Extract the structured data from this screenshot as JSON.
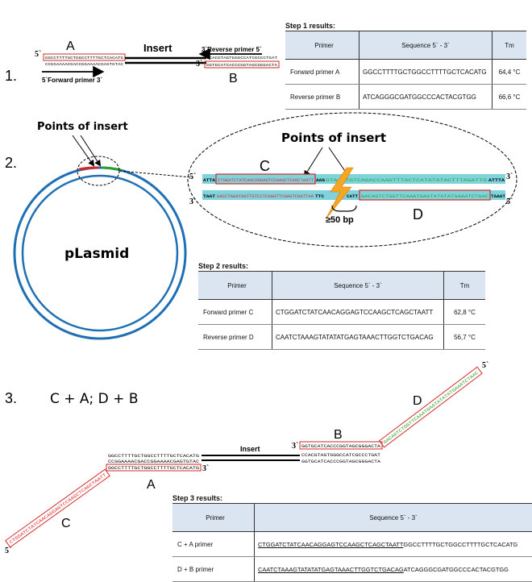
{
  "steps": {
    "s1": "1.",
    "s2": "2.",
    "s3": "3."
  },
  "step1": {
    "label_a": "A",
    "label_b": "B",
    "insert": "Insert",
    "prime_5_left": "5`",
    "prime_3_right": "3`",
    "reverse_primer_label": "3`Reverse primer 5`",
    "forward_primer_label": "5`Forward primer 3`",
    "seq_forward_boxed": "GGCCTTTTGCTGGCCTTTTGCTCACATG",
    "seq_bottom_left": "CCGGAAAACGACCGGAAAACGAGTGTAC",
    "seq_reverse_top": "CCACGTAGTGGGCCATCGCCCTGAT",
    "seq_reverse_boxed": "GGTGCATCACCCGGTAGCGGGACTA"
  },
  "table1": {
    "caption": "Step 1 results:",
    "headers": [
      "Primer",
      "Sequence 5` - 3`",
      "Tm"
    ],
    "rows": [
      [
        "Forward primer A",
        "GGCCTTTTGCTGGCCTTTTGCTCACATG",
        "64,4 °C"
      ],
      [
        "Reverse primer B",
        "ATCAGGGCGATGGCCCACTACGTGG",
        "66,6 °C"
      ]
    ]
  },
  "step2": {
    "points_small": "Points of insert",
    "points_large": "Points of insert",
    "plasmid": "pLasmid",
    "label_c": "C",
    "label_d": "D",
    "bp": "≥50  bp",
    "p5": "5`",
    "p3": "3`",
    "top_start": "ATTA",
    "top_c_box": "CTGGATCTATCAACAGGAGTCCAAGCTCAGCTAATT",
    "top_gap": "AAG",
    "top_d": "GTAACTGTCAGACCAAGTTTACTCATATATACTTTAGATTG",
    "top_end": "ATTTA",
    "bot_start": "TAAT",
    "bot_c": "GACCTAGATAGTTGTCCTCAGGTTCGAGTCGATTAA",
    "bot_gap": "TTC",
    "bot_mid": "CATT",
    "bot_d_box": "GACAGTCTGGTTCAAATGAGTATATATGAAATCTAAC",
    "bot_end": "TAAAT",
    "colors": {
      "red": "#d62728",
      "blue": "#1f6fb4",
      "green": "#2ca02c",
      "cyan": "#7fd3dc",
      "bolt": "#f5a623"
    }
  },
  "table2": {
    "caption": "Step 2 results:",
    "headers": [
      "Primer",
      "Sequence 5` - 3`",
      "Tm"
    ],
    "rows": [
      [
        "Forward primer C",
        "CTGGATCTATCAACAGGAGTCCAAGCTCAGCTAATT",
        "62,8 °C"
      ],
      [
        "Reverse primer D",
        "CAATCTAAAGTATATATGAGTAAACTTGGTCTGACAG",
        "56,7 °C"
      ]
    ]
  },
  "step3": {
    "equation": "C + A; D + B",
    "insert": "Insert",
    "label_a": "A",
    "label_b": "B",
    "label_c": "C",
    "label_d": "D",
    "p3": "3`",
    "p5": "5`",
    "seq_top_left": "GGCCTTTTGCTGGCCTTTTGCTCACATG",
    "seq_mid_left": "CCGGAAAACGACCGGAAAACGAGTGTAC",
    "seq_a_boxed": "GGCCTTTTGCTGGCCTTTTGCTCACATG",
    "seq_b_boxed": "GGTGCATCACCCGGTAGCGGGACTA",
    "seq_mid_right": "CCACGTAGTGGGCCATCGCCCTGAT",
    "seq_bot_right": "GGTGCATCACCCGGTAGCGGGACTA",
    "seq_c_diag": "CTGGATCTATCAACAGGAGTCCAAGCTCAGCTAATT",
    "seq_d_diag": "GACAGTCTGGTTCAAATGAGTATATATGAAATCTAAC"
  },
  "table3": {
    "caption": "Step 3 results:",
    "headers": [
      "Primer",
      "Sequence 5` - 3`"
    ],
    "rows": [
      [
        "C + A primer",
        "CTGGATCTATCAACAGGAGTCCAAGCTCAGCTAATT",
        "GGCCTTTTGCTGGCCTTTTGCTCACATG"
      ],
      [
        "D + B primer",
        "CAATCTAAAGTATATATGAGTAAACTTGGTCTGACAG",
        "ATCAGGGCGATGGCCCACTACGTGG"
      ]
    ]
  }
}
